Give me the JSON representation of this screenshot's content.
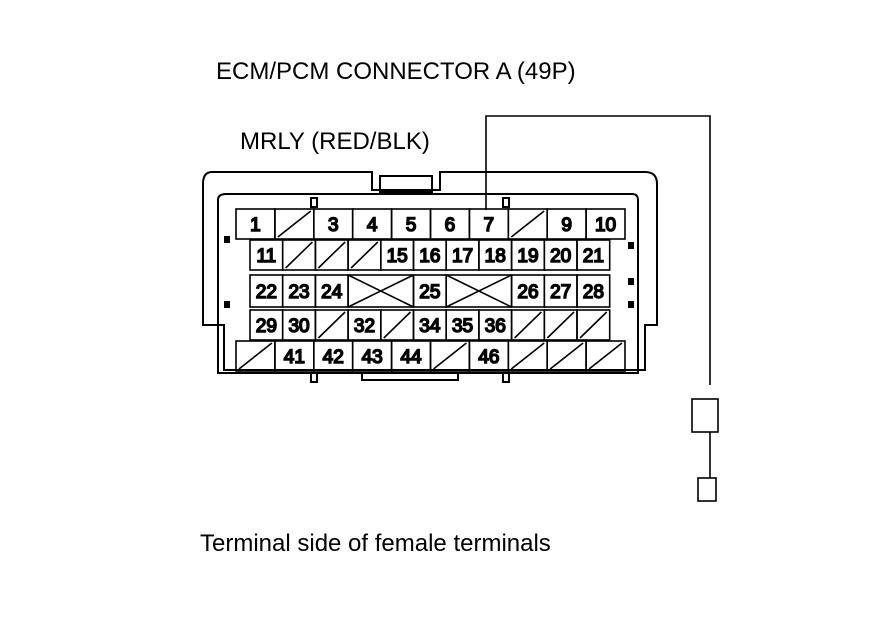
{
  "title": "ECM/PCM CONNECTOR A (49P)",
  "wire_label": "MRLY (RED/BLK)",
  "caption": "Terminal side of female terminals",
  "line_color": "#000000",
  "connector": {
    "rows": [
      [
        "1",
        "",
        "3",
        "4",
        "5",
        "6",
        "7",
        "",
        "9",
        "10"
      ],
      [
        "11",
        "",
        "",
        "",
        "15",
        "16",
        "17",
        "18",
        "19",
        "20",
        "21"
      ],
      [
        "22",
        "23",
        "24",
        "",
        "",
        "25",
        "",
        "",
        "26",
        "27",
        "28"
      ],
      [
        "29",
        "30",
        "",
        "32",
        "",
        "34",
        "35",
        "36",
        "",
        "",
        ""
      ],
      [
        "",
        "41",
        "42",
        "43",
        "44",
        "",
        "46",
        "",
        "",
        ""
      ]
    ],
    "highlighted_terminal": "7"
  }
}
